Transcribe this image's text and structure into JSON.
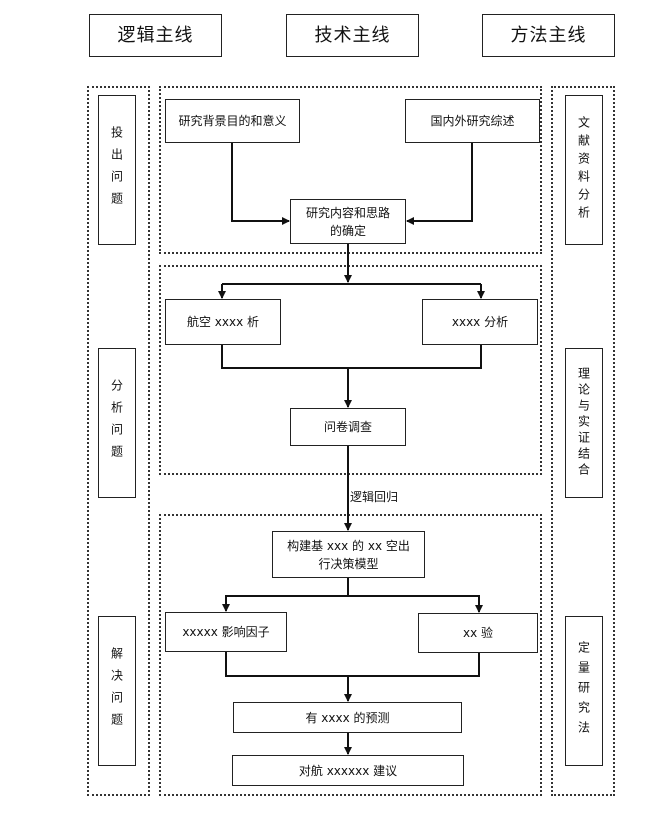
{
  "headers": {
    "logic": "逻辑主线",
    "tech": "技术主线",
    "method": "方法主线"
  },
  "left_column": [
    "投出问题",
    "分析问题",
    "解决问题"
  ],
  "right_column": [
    "文献资料分析",
    "理论与实证结合",
    "定量研究法"
  ],
  "section1": {
    "background": "研究背景目的和意义",
    "review": "国内外研究综述",
    "content": "研究内容和思路的确定"
  },
  "section2": {
    "left": "航空 xxxx 析",
    "right": "xxxx 分析",
    "survey": "问卷调查"
  },
  "connector_label": "逻辑回归",
  "section3": {
    "model": "构建基 xxx 的 xx 空出行决策模型",
    "factor": "xxxxx 影响因子",
    "test": "xx 验",
    "predict": "有 xxxx 的预测",
    "advice": "对航 xxxxxx 建议"
  }
}
